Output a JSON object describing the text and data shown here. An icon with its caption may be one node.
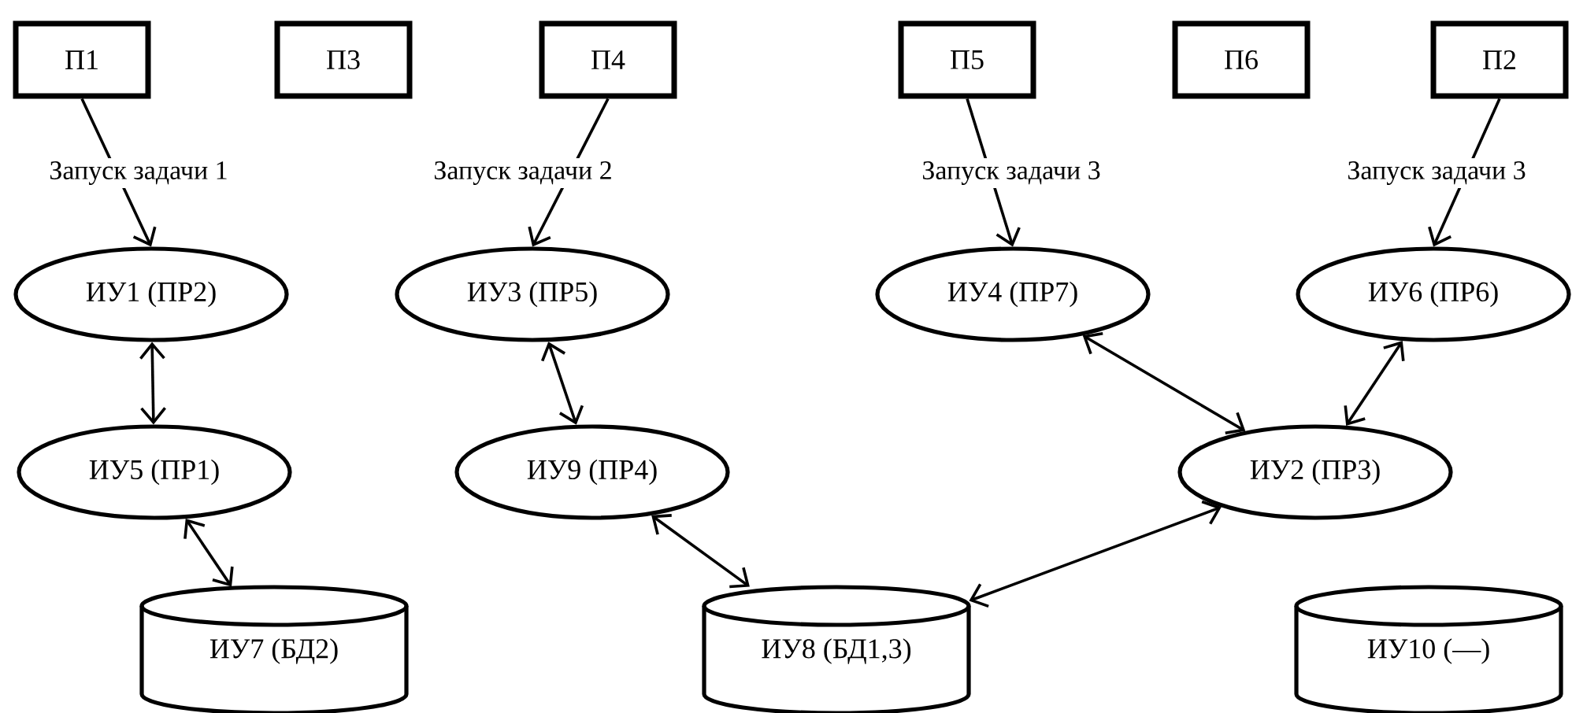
{
  "diagram": {
    "nodes": [
      {
        "text": [
          "П1"
        ]
      },
      {
        "text": [
          "П3"
        ]
      },
      {
        "text": [
          "П4"
        ]
      },
      {
        "text": [
          "П5"
        ]
      },
      {
        "text": [
          "П6"
        ]
      },
      {
        "text": [
          "П2"
        ]
      },
      {
        "text": [
          "ИУ1 (ПР2)"
        ]
      },
      {
        "text": [
          "ИУ3 (ПР5)"
        ]
      },
      {
        "text": [
          "ИУ4 (ПР7)"
        ]
      },
      {
        "text": [
          "ИУ6 (ПР6)"
        ]
      },
      {
        "text": [
          "ИУ5 (ПР1)"
        ]
      },
      {
        "text": [
          "ИУ9 (ПР4)"
        ]
      },
      {
        "text": [
          "ИУ2 (ПР3)"
        ]
      },
      {
        "text": [
          "ИУ7 (БД2)"
        ]
      },
      {
        "text": [
          "ИУ8 (БД1,3)"
        ]
      },
      {
        "text": [
          "ИУ10 (—)"
        ]
      }
    ],
    "edges": [
      {
        "from": 0,
        "to": 6,
        "arrow": "to",
        "label": "Запуск задачи 1"
      },
      {
        "from": 2,
        "to": 7,
        "arrow": "to",
        "label": "Запуск задачи 2"
      },
      {
        "from": 3,
        "to": 8,
        "arrow": "to",
        "label": "Запуск задачи 3"
      },
      {
        "from": 5,
        "to": 9,
        "arrow": "to",
        "label": "Запуск задачи 3"
      },
      {
        "from": 6,
        "to": 10,
        "arrow": "both"
      },
      {
        "from": 10,
        "to": 13,
        "arrow": "both"
      },
      {
        "from": 7,
        "to": 11,
        "arrow": "both"
      },
      {
        "from": 11,
        "to": 14,
        "arrow": "both"
      },
      {
        "from": 8,
        "to": 12,
        "arrow": "both"
      },
      {
        "from": 9,
        "to": 12,
        "arrow": "both"
      },
      {
        "from": 12,
        "to": 14,
        "arrow": "both"
      }
    ]
  }
}
